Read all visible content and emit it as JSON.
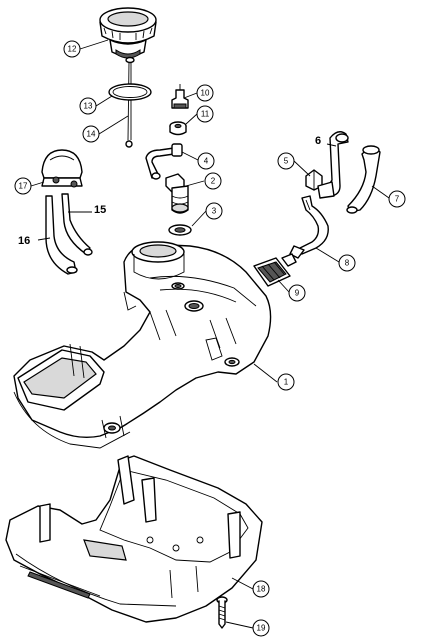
{
  "callouts": [
    {
      "id": "1",
      "label": "1"
    },
    {
      "id": "2",
      "label": "2"
    },
    {
      "id": "3",
      "label": "3"
    },
    {
      "id": "4",
      "label": "4"
    },
    {
      "id": "5",
      "label": "5"
    },
    {
      "id": "7",
      "label": "7"
    },
    {
      "id": "8",
      "label": "8"
    },
    {
      "id": "9",
      "label": "9"
    },
    {
      "id": "10",
      "label": "10"
    },
    {
      "id": "11",
      "label": "11"
    },
    {
      "id": "12",
      "label": "12"
    },
    {
      "id": "13",
      "label": "13"
    },
    {
      "id": "14",
      "label": "14"
    },
    {
      "id": "17",
      "label": "17"
    },
    {
      "id": "18",
      "label": "18"
    },
    {
      "id": "19",
      "label": "19"
    }
  ],
  "plain_labels": [
    {
      "id": "6",
      "label": "6"
    },
    {
      "id": "15",
      "label": "15"
    },
    {
      "id": "16",
      "label": "16"
    }
  ]
}
